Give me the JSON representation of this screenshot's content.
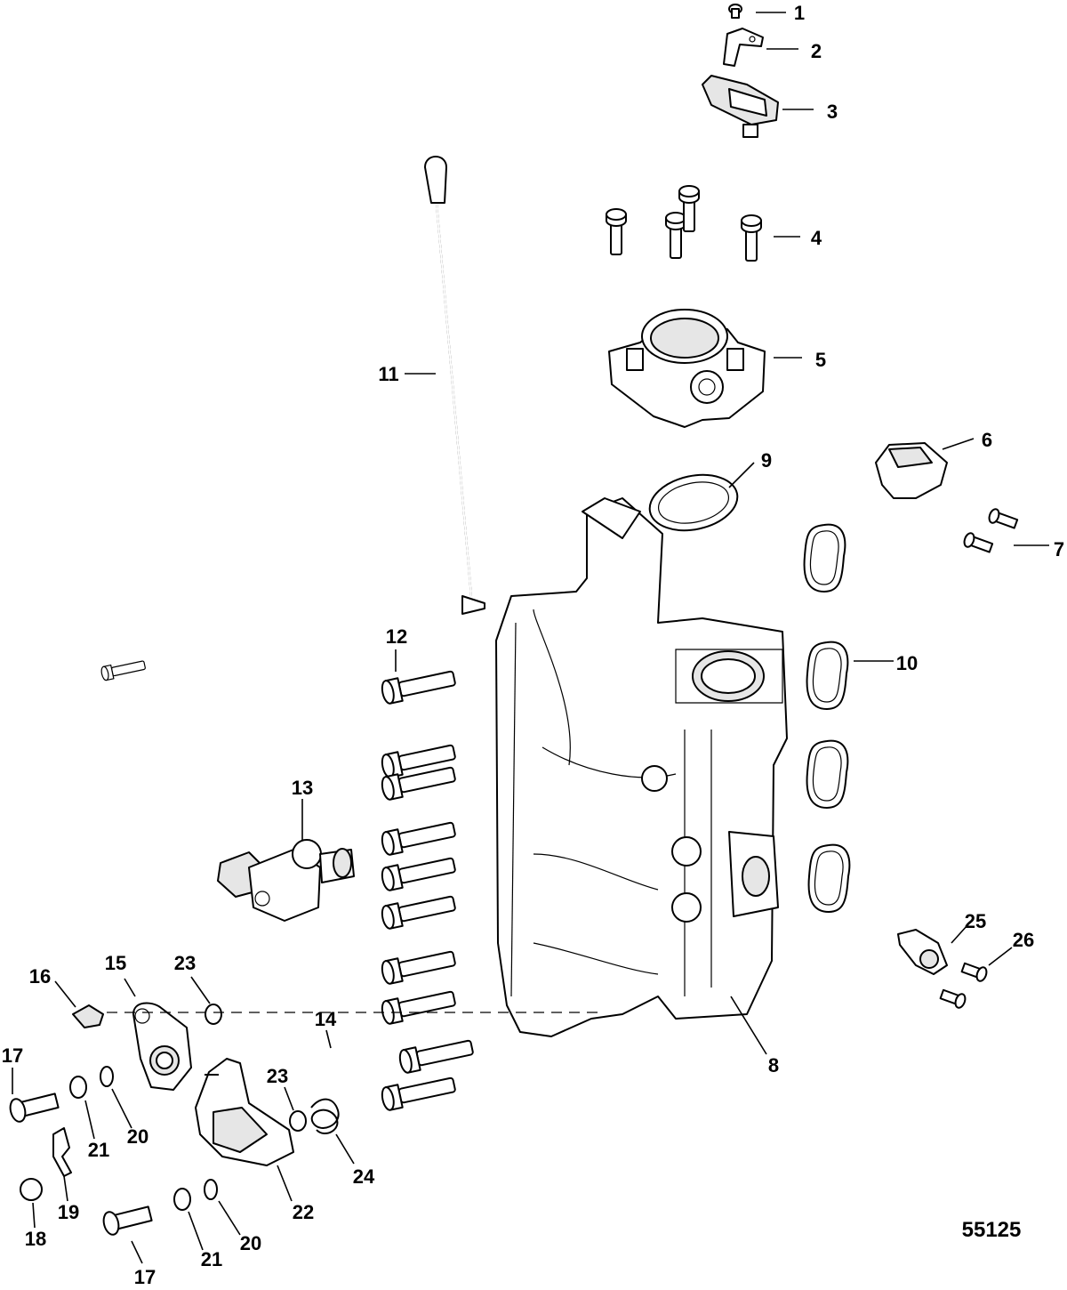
{
  "figure_number": "55125",
  "callouts": [
    {
      "id": "c1",
      "label": "1"
    },
    {
      "id": "c2",
      "label": "2"
    },
    {
      "id": "c3",
      "label": "3"
    },
    {
      "id": "c4",
      "label": "4"
    },
    {
      "id": "c5",
      "label": "5"
    },
    {
      "id": "c6",
      "label": "6"
    },
    {
      "id": "c7",
      "label": "7"
    },
    {
      "id": "c8",
      "label": "8"
    },
    {
      "id": "c9",
      "label": "9"
    },
    {
      "id": "c10",
      "label": "10"
    },
    {
      "id": "c11",
      "label": "11"
    },
    {
      "id": "c12",
      "label": "12"
    },
    {
      "id": "c13",
      "label": "13"
    },
    {
      "id": "c14",
      "label": "14"
    },
    {
      "id": "c15",
      "label": "15"
    },
    {
      "id": "c16",
      "label": "16"
    },
    {
      "id": "c17a",
      "label": "17"
    },
    {
      "id": "c17b",
      "label": "17"
    },
    {
      "id": "c18",
      "label": "18"
    },
    {
      "id": "c19",
      "label": "19"
    },
    {
      "id": "c20a",
      "label": "20"
    },
    {
      "id": "c20b",
      "label": "20"
    },
    {
      "id": "c21a",
      "label": "21"
    },
    {
      "id": "c21b",
      "label": "21"
    },
    {
      "id": "c22",
      "label": "22"
    },
    {
      "id": "c23a",
      "label": "23"
    },
    {
      "id": "c23b",
      "label": "23"
    },
    {
      "id": "c24",
      "label": "24"
    },
    {
      "id": "c25",
      "label": "25"
    },
    {
      "id": "c26",
      "label": "26"
    }
  ]
}
